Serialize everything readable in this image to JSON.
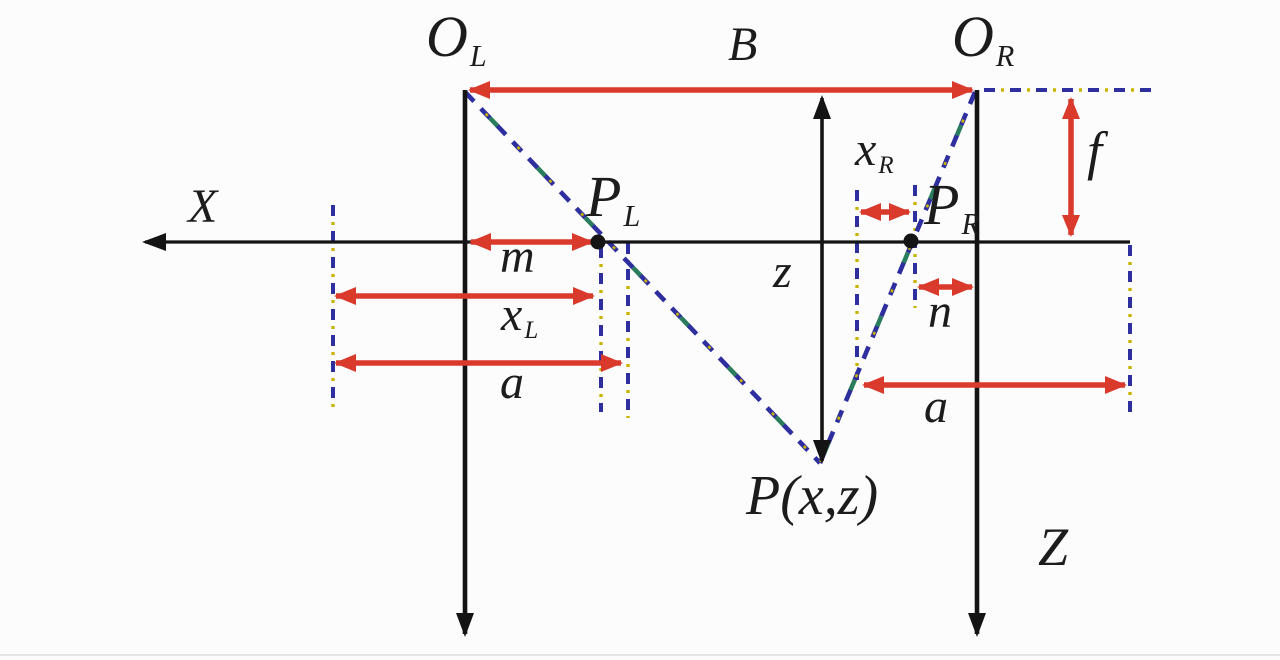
{
  "figure": {
    "type": "stereo-vision-geometry-diagram",
    "labels": {
      "optical_center_left": {
        "main": "O",
        "sub": "L"
      },
      "baseline": {
        "text": "B"
      },
      "optical_center_right": {
        "main": "O",
        "sub": "R"
      },
      "focal_length": {
        "text": "f"
      },
      "x_axis": {
        "text": "X"
      },
      "image_point_left": {
        "main": "P",
        "sub": "L"
      },
      "x_right": {
        "main": "x",
        "sub": "R"
      },
      "image_point_right": {
        "main": "P",
        "sub": "R"
      },
      "m_offset": {
        "text": "m"
      },
      "depth": {
        "text": "z"
      },
      "n_offset": {
        "text": "n"
      },
      "x_left": {
        "main": "x",
        "sub": "L"
      },
      "a_left": {
        "text": "a"
      },
      "a_right": {
        "text": "a"
      },
      "scene_point": {
        "text": "P(x,z)"
      },
      "z_axis": {
        "text": "Z"
      }
    },
    "colors": {
      "arrow_red": "#d93a2c",
      "line_black": "#141414",
      "dash_blue": "#2e2e9e",
      "dash_green": "#2a7d5c",
      "dash_yellow": "#c9b400",
      "background": "#fcfcfc"
    }
  }
}
